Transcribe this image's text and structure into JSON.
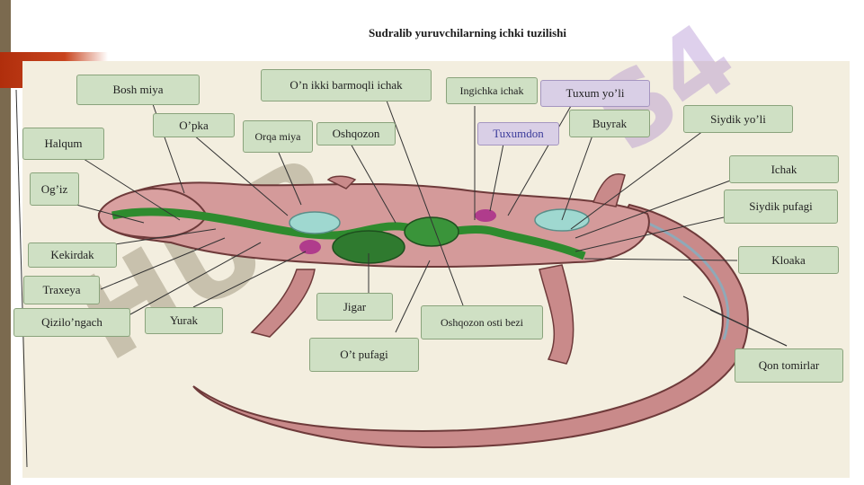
{
  "slide": {
    "title": "Sudralib yuruvchilarning ichki tuzilishi"
  },
  "labels": {
    "bosh_miya": "Bosh miya",
    "onikki_barmoqli": "O’n ikki barmoqli ichak",
    "ingichka_ichak": "Ingichka ichak",
    "tuxum_yoli": "Tuxum yo’li",
    "opka": "O’pka",
    "orqa_miya": "Orqa miya",
    "oshqozon": "Oshqozon",
    "tuxumdon": "Tuxumdon",
    "buyrak": "Buyrak",
    "siydik_yoli": "Siydik yo’li",
    "halqum": "Halqum",
    "ichak": "Ichak",
    "og_iz": "Og’iz",
    "siydik_pufagi": "Siydik pufagi",
    "kekirdak": "Kekirdak",
    "kloaka": "Kloaka",
    "traxeya": "Traxeya",
    "jigar": "Jigar",
    "qizilongach": "Qizilo’ngach",
    "yurak": "Yurak",
    "oshqozon_osti_bezi": "Oshqozon osti bezi",
    "ot_pufagi": "O’t pufagi",
    "qon_tomirlar": "Qon tomirlar"
  },
  "watermark": {
    "left": "HUB",
    "right": "S4"
  },
  "colors": {
    "panel": "#f3eedf",
    "label_fill": "#cfe0c4",
    "label_purple": "#d9cfe6",
    "accent_red": "#b02e0c",
    "left_stripe": "#7b6a4f"
  }
}
